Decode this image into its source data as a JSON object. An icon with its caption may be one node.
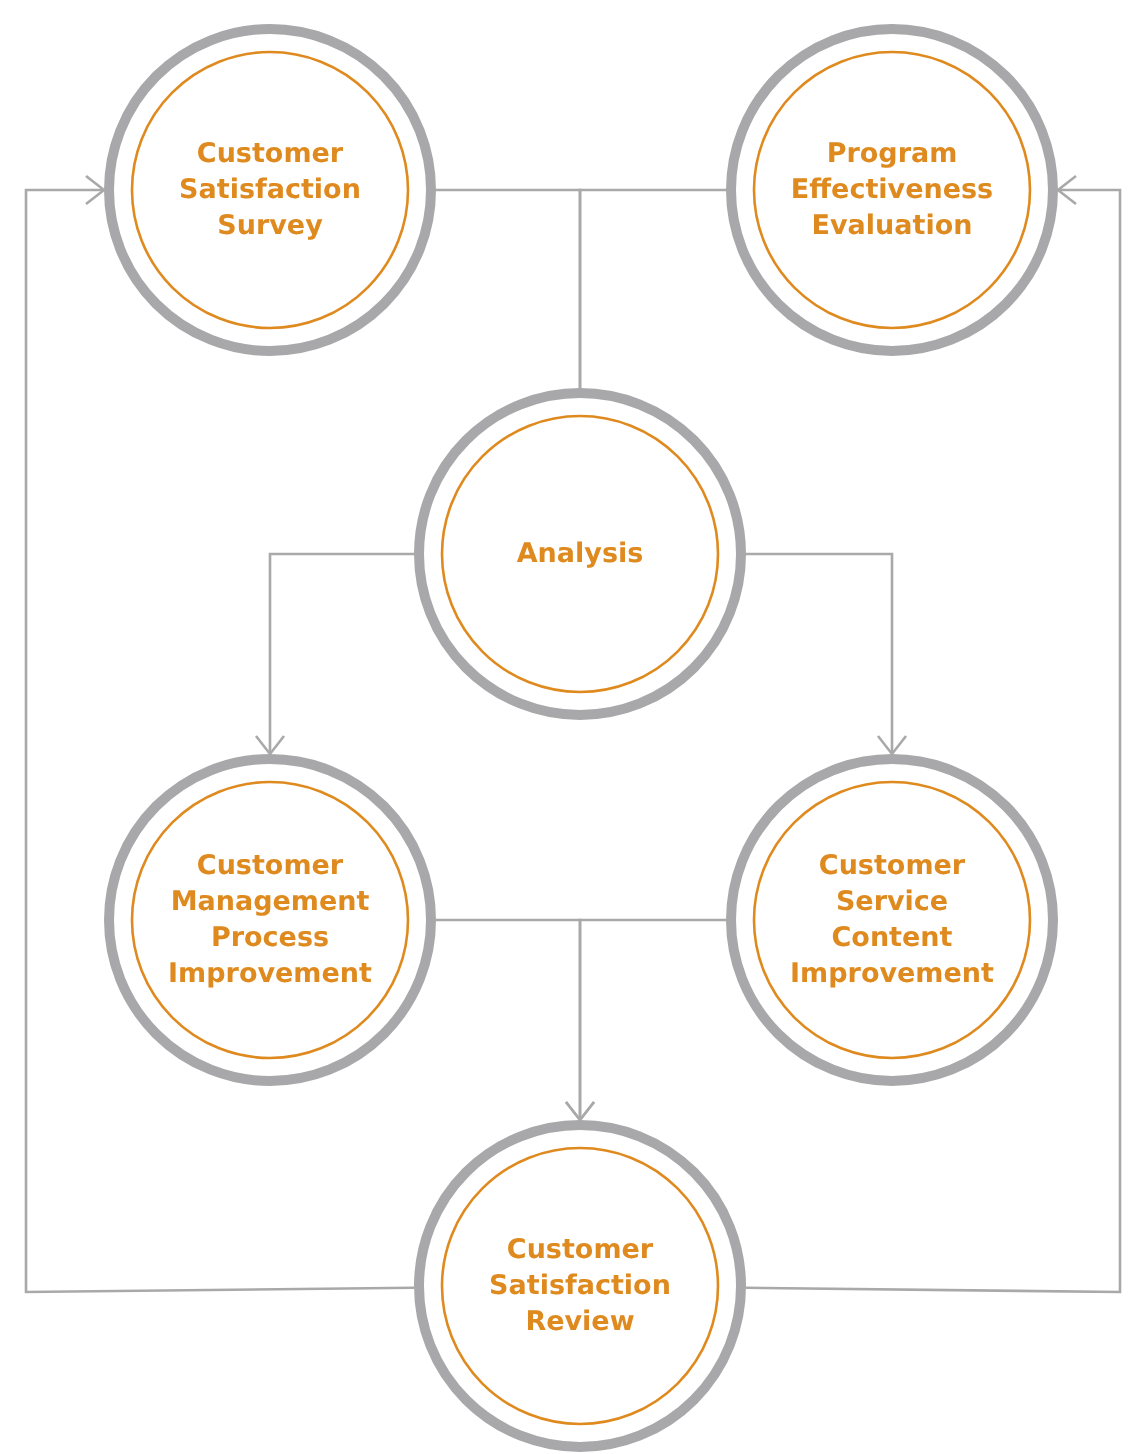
{
  "diagram": {
    "nodes": [
      {
        "text": [
          "Customer Satisfaction Survey"
        ]
      },
      {
        "text": [
          "Program Effectiveness Evaluation"
        ]
      },
      {
        "text": [
          "Analysis"
        ]
      },
      {
        "text": [
          "Customer Management Process Improvement"
        ]
      },
      {
        "text": [
          "Customer Service Content Improvement"
        ]
      },
      {
        "text": [
          "Customer Satisfaction Review"
        ]
      }
    ],
    "edges": [
      {
        "from": 0,
        "to": 2,
        "arrow": "none"
      },
      {
        "from": 1,
        "to": 2,
        "arrow": "none"
      },
      {
        "from": 2,
        "to": 3,
        "arrow": "to"
      },
      {
        "from": 2,
        "to": 4,
        "arrow": "to"
      },
      {
        "from": 3,
        "to": 5,
        "arrow": "to"
      },
      {
        "from": 4,
        "to": 5,
        "arrow": "to"
      },
      {
        "from": 5,
        "to": 0,
        "arrow": "to"
      },
      {
        "from": 5,
        "to": 1,
        "arrow": "to"
      }
    ]
  }
}
